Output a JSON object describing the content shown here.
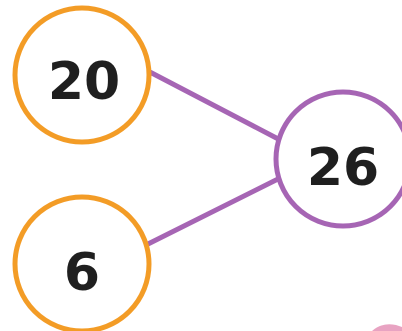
{
  "colors": {
    "part_circle": "#f39c26",
    "whole_circle": "#a665b4",
    "connector": "#a665b4",
    "text": "#1f1f1f",
    "corner_fragment": "#e8a3c2"
  },
  "bond": {
    "part_top": "20",
    "part_bottom": "6",
    "whole": "26"
  }
}
